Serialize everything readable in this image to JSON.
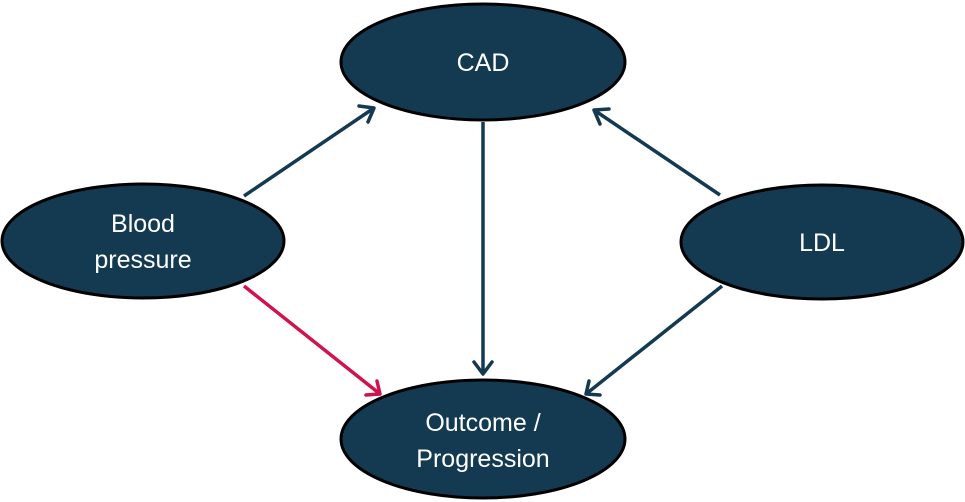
{
  "colors": {
    "node_fill": "#143a52",
    "node_stroke": "#000000",
    "label": "#ffffff",
    "edge_default": "#143a52",
    "edge_highlight": "#d0124f",
    "background": "#ffffff"
  },
  "nodes": {
    "cad": {
      "label": "CAD"
    },
    "blood_pressure": {
      "label_line1": "Blood",
      "label_line2": "pressure"
    },
    "ldl": {
      "label": "LDL"
    },
    "outcome": {
      "label_line1": "Outcome /",
      "label_line2": "Progression"
    }
  },
  "edges": [
    {
      "from": "Blood pressure",
      "to": "CAD",
      "color": "#143a52"
    },
    {
      "from": "LDL",
      "to": "CAD",
      "color": "#143a52"
    },
    {
      "from": "CAD",
      "to": "Outcome / Progression",
      "color": "#143a52"
    },
    {
      "from": "Blood pressure",
      "to": "Outcome / Progression",
      "color": "#d0124f"
    },
    {
      "from": "LDL",
      "to": "Outcome / Progression",
      "color": "#143a52"
    }
  ]
}
